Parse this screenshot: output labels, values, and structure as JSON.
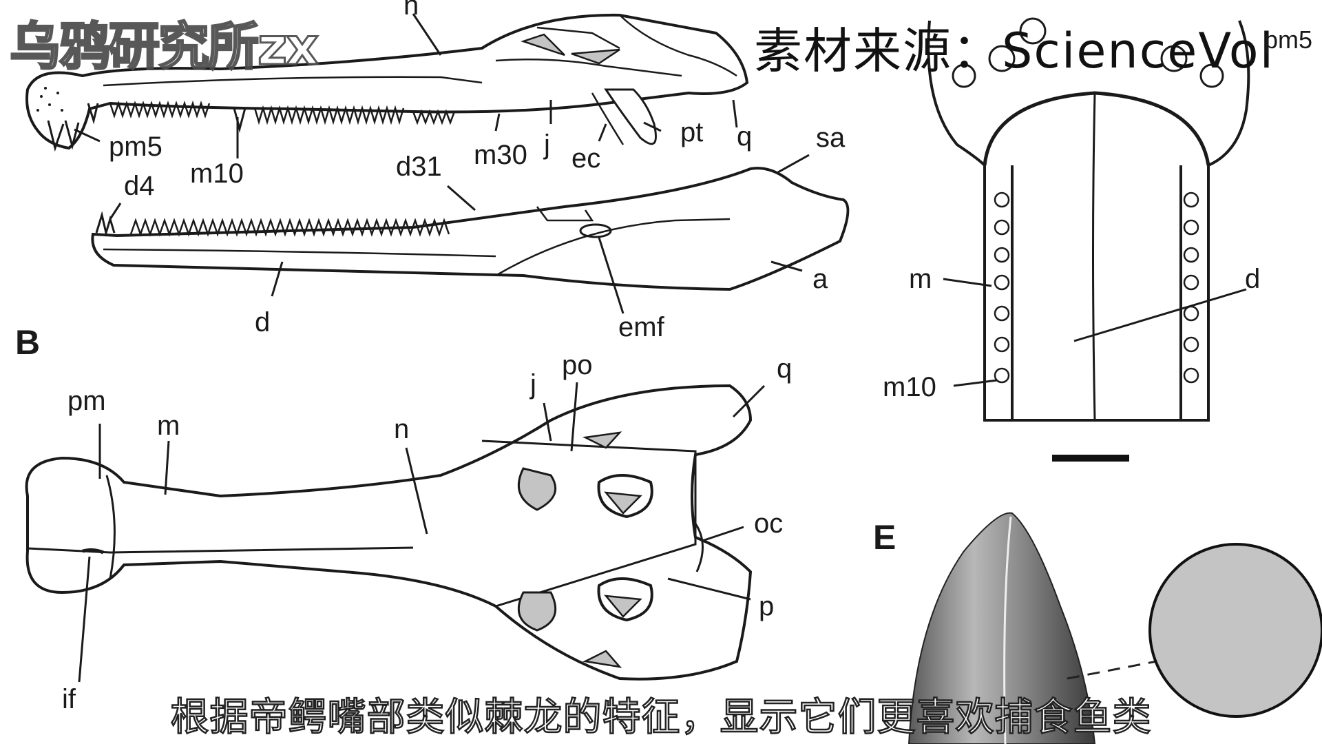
{
  "overlay": {
    "watermark": "乌鸦研究所zx",
    "source_credit": "素材来源：ScienceVol",
    "subtitle": "根据帝鳄嘴部类似棘龙的特征，显示它们更喜欢捕食鱼类"
  },
  "panels": {
    "B": "B",
    "E": "E"
  },
  "labels": {
    "pm5_top": "pm5",
    "m10_top": "m10",
    "m30": "m30",
    "j_top": "j",
    "ec": "ec",
    "pt": "pt",
    "q_top": "q",
    "n_top": "n",
    "d4": "d4",
    "d31": "d31",
    "sa": "sa",
    "a": "a",
    "d_lower": "d",
    "emf": "emf",
    "pm_b": "pm",
    "m_b": "m",
    "n_b": "n",
    "j_b": "j",
    "po_b": "po",
    "q_b": "q",
    "oc_b": "oc",
    "p_b": "p",
    "if_b": "if",
    "m_right": "m",
    "d_right": "d",
    "m10_right": "m10",
    "pm5_right": "pm5"
  },
  "colors": {
    "line": "#1a1a1a",
    "fill_gray": "#c4c4c4",
    "bg": "#ffffff"
  }
}
